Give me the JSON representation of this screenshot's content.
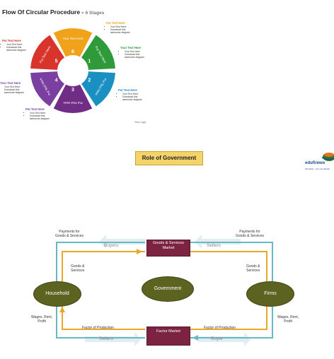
{
  "slide1": {
    "title": "Flow Of Circular Procedure - ",
    "subtitle": "6 Stages",
    "segments": [
      {
        "number": "1",
        "label": "Put Text Here",
        "color": "#2e9a3a"
      },
      {
        "number": "2",
        "label": "Put Text Here",
        "color": "#1a8fc2"
      },
      {
        "number": "3",
        "label": "Put Text Here",
        "color": "#6f2d85"
      },
      {
        "number": "4",
        "label": "Put Text Here",
        "color": "#7a3fa0"
      },
      {
        "number": "5",
        "label": "Put Text Here",
        "color": "#d8342b"
      },
      {
        "number": "6",
        "label": "Your Text Here",
        "color": "#f0a21a"
      }
    ],
    "notes": [
      {
        "heading": "Put Text Here",
        "bullets": [
          "Your Text Here",
          "Download this awesome diagram"
        ],
        "color": "#e6a510"
      },
      {
        "heading": "Your Text Here",
        "bullets": [
          "Your Text here",
          "Download this awesome diagram"
        ],
        "color": "#2e9a3a"
      },
      {
        "heading": "Put Text Here",
        "bullets": [
          "Your Text Here",
          "Download this awesome diagram"
        ],
        "color": "#1a8fc2"
      },
      {
        "heading": "Put Text Here",
        "bullets": [
          "Your Text Here",
          "Download this awesome diagram"
        ],
        "color": "#7a3fa0"
      },
      {
        "heading": "Your Text Here",
        "bullets": [
          "Your Text Here",
          "Download this awesome diagram"
        ],
        "color": "#7a3fa0"
      },
      {
        "heading": "Put Text Here",
        "bullets": [
          "Your Text Here",
          "Download this awesome diagram"
        ],
        "color": "#d8342b"
      }
    ],
    "logo": "Your Logo"
  },
  "slide2": {
    "title": "Role of Government",
    "brand_name": "edufirewo",
    "brand_tagline": "Simplicity - the new Model",
    "goods_market": "Goods & Services Market",
    "factor_market": "Factor Market",
    "household": "Household",
    "government": "Government",
    "firms": "Firms",
    "payments_left": "Payments for\nGoods & Services",
    "payments_right": "Payments for\nGoods & Services",
    "goods_left": "Goods &\nServices",
    "goods_right": "Goods &\nServices",
    "wages_left": "Wages, Rent,\nProfit",
    "wages_right": "Wages, Rent,\nProfit",
    "factor_left": "Factor of Production",
    "factor_right": "Factor of Production",
    "buyers": "Buyers",
    "sellers_top": "Sellers",
    "sellers_bottom": "Sellers",
    "buyer_bottom": "Buyer",
    "colors": {
      "money": "#66b8c9",
      "goods": "#e8a828",
      "node": "#5c6320",
      "market": "#7b2340",
      "flow": "#cfe4e8"
    }
  }
}
